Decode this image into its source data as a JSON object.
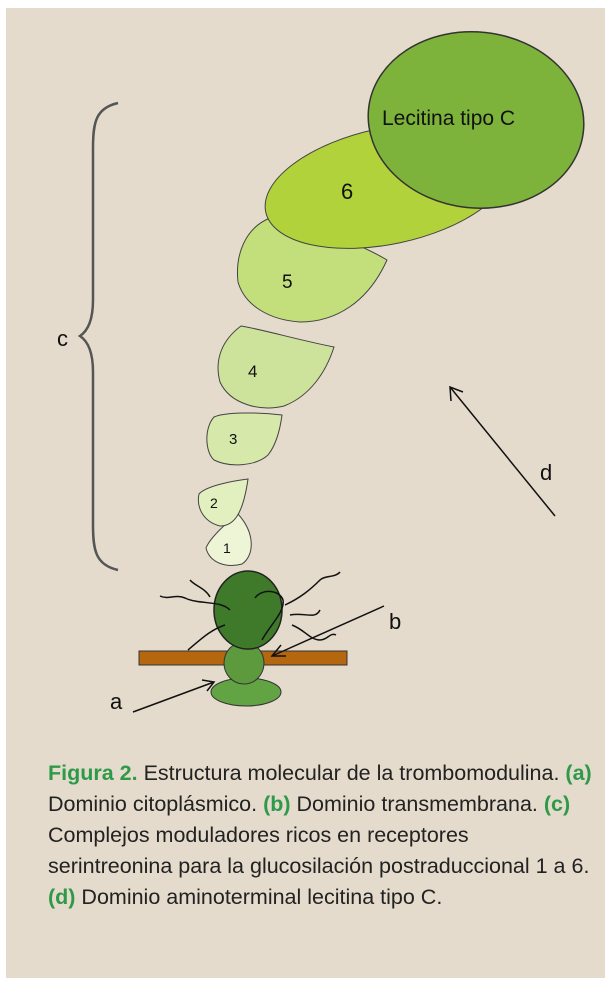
{
  "labels": {
    "c": "c",
    "d": "d",
    "b": "b",
    "a": "a",
    "lectin": "Lecitina tipo C",
    "d6": "6",
    "d5": "5",
    "d4": "4",
    "d3": "3",
    "d2": "2",
    "d1": "1"
  },
  "caption": {
    "fig": "Figura 2.",
    "fig_text": " Estructura molecular de la trombomodulina. ",
    "a_key": "(a)",
    "a_text": " Dominio citoplásmico. ",
    "b_key": "(b)",
    "b_text": " Dominio transmembrana. ",
    "c_key": "(c)",
    "c_text": " Complejos moduladores ricos en receptores serintreonina para la glucosilación postraduccional 1 a 6. ",
    "d_key": "(d)",
    "d_text": " Dominio aminoterminal lecitina tipo C."
  },
  "colors": {
    "background": "#e4dbcc",
    "accent_text": "#2e9a49",
    "lectin": "#7db33a",
    "domain6": "#b2d23c",
    "domain5": "#c3df7c",
    "domain4": "#cde29a",
    "domain3": "#d6e8aa",
    "domain2": "#e2efbe",
    "domain1": "#eef5d6",
    "membrane": "#b5670f",
    "cytoplasmic_dark": "#3f7a2a",
    "cytoplasmic_mid": "#5d9a3d",
    "cytoplasmic_light": "#62a444"
  }
}
